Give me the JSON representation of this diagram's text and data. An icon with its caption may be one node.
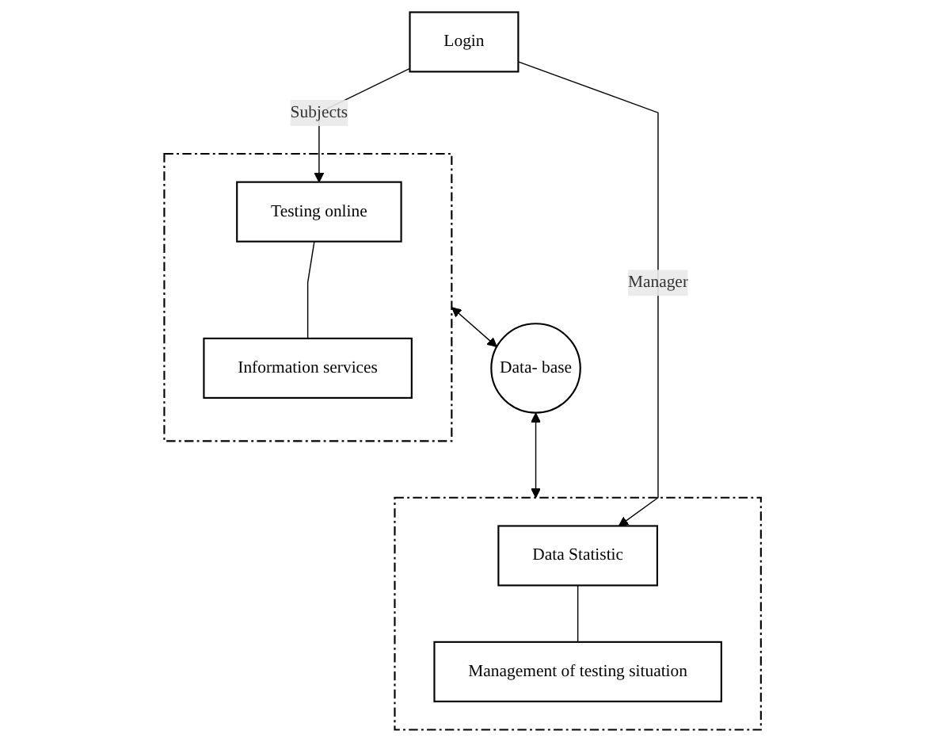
{
  "diagram": {
    "nodes": [
      {
        "text": [
          "Login"
        ]
      },
      {
        "text": [],
        "shape": "box"
      },
      {
        "text": [
          "Testing online"
        ],
        "in": 1
      },
      {
        "text": [
          "Information services"
        ],
        "in": 1
      },
      {
        "text": [
          "Data- base"
        ]
      },
      {
        "text": [],
        "shape": "box"
      },
      {
        "text": [
          "Data Statistic"
        ],
        "in": 5
      },
      {
        "text": [
          "Management of testing situation"
        ],
        "in": 5
      }
    ],
    "edges": [
      {
        "from": 0,
        "to": 2,
        "arrow": "to",
        "label": "Subjects"
      },
      {
        "from": 0,
        "to": 6,
        "arrow": "to",
        "label": "Manager"
      },
      {
        "from": 2,
        "to": 3,
        "arrow": "none"
      },
      {
        "from": 6,
        "to": 7,
        "arrow": "none"
      },
      {
        "from": 1,
        "to": 4,
        "arrow": "both"
      },
      {
        "from": 4,
        "to": 5,
        "arrow": "both"
      }
    ]
  }
}
